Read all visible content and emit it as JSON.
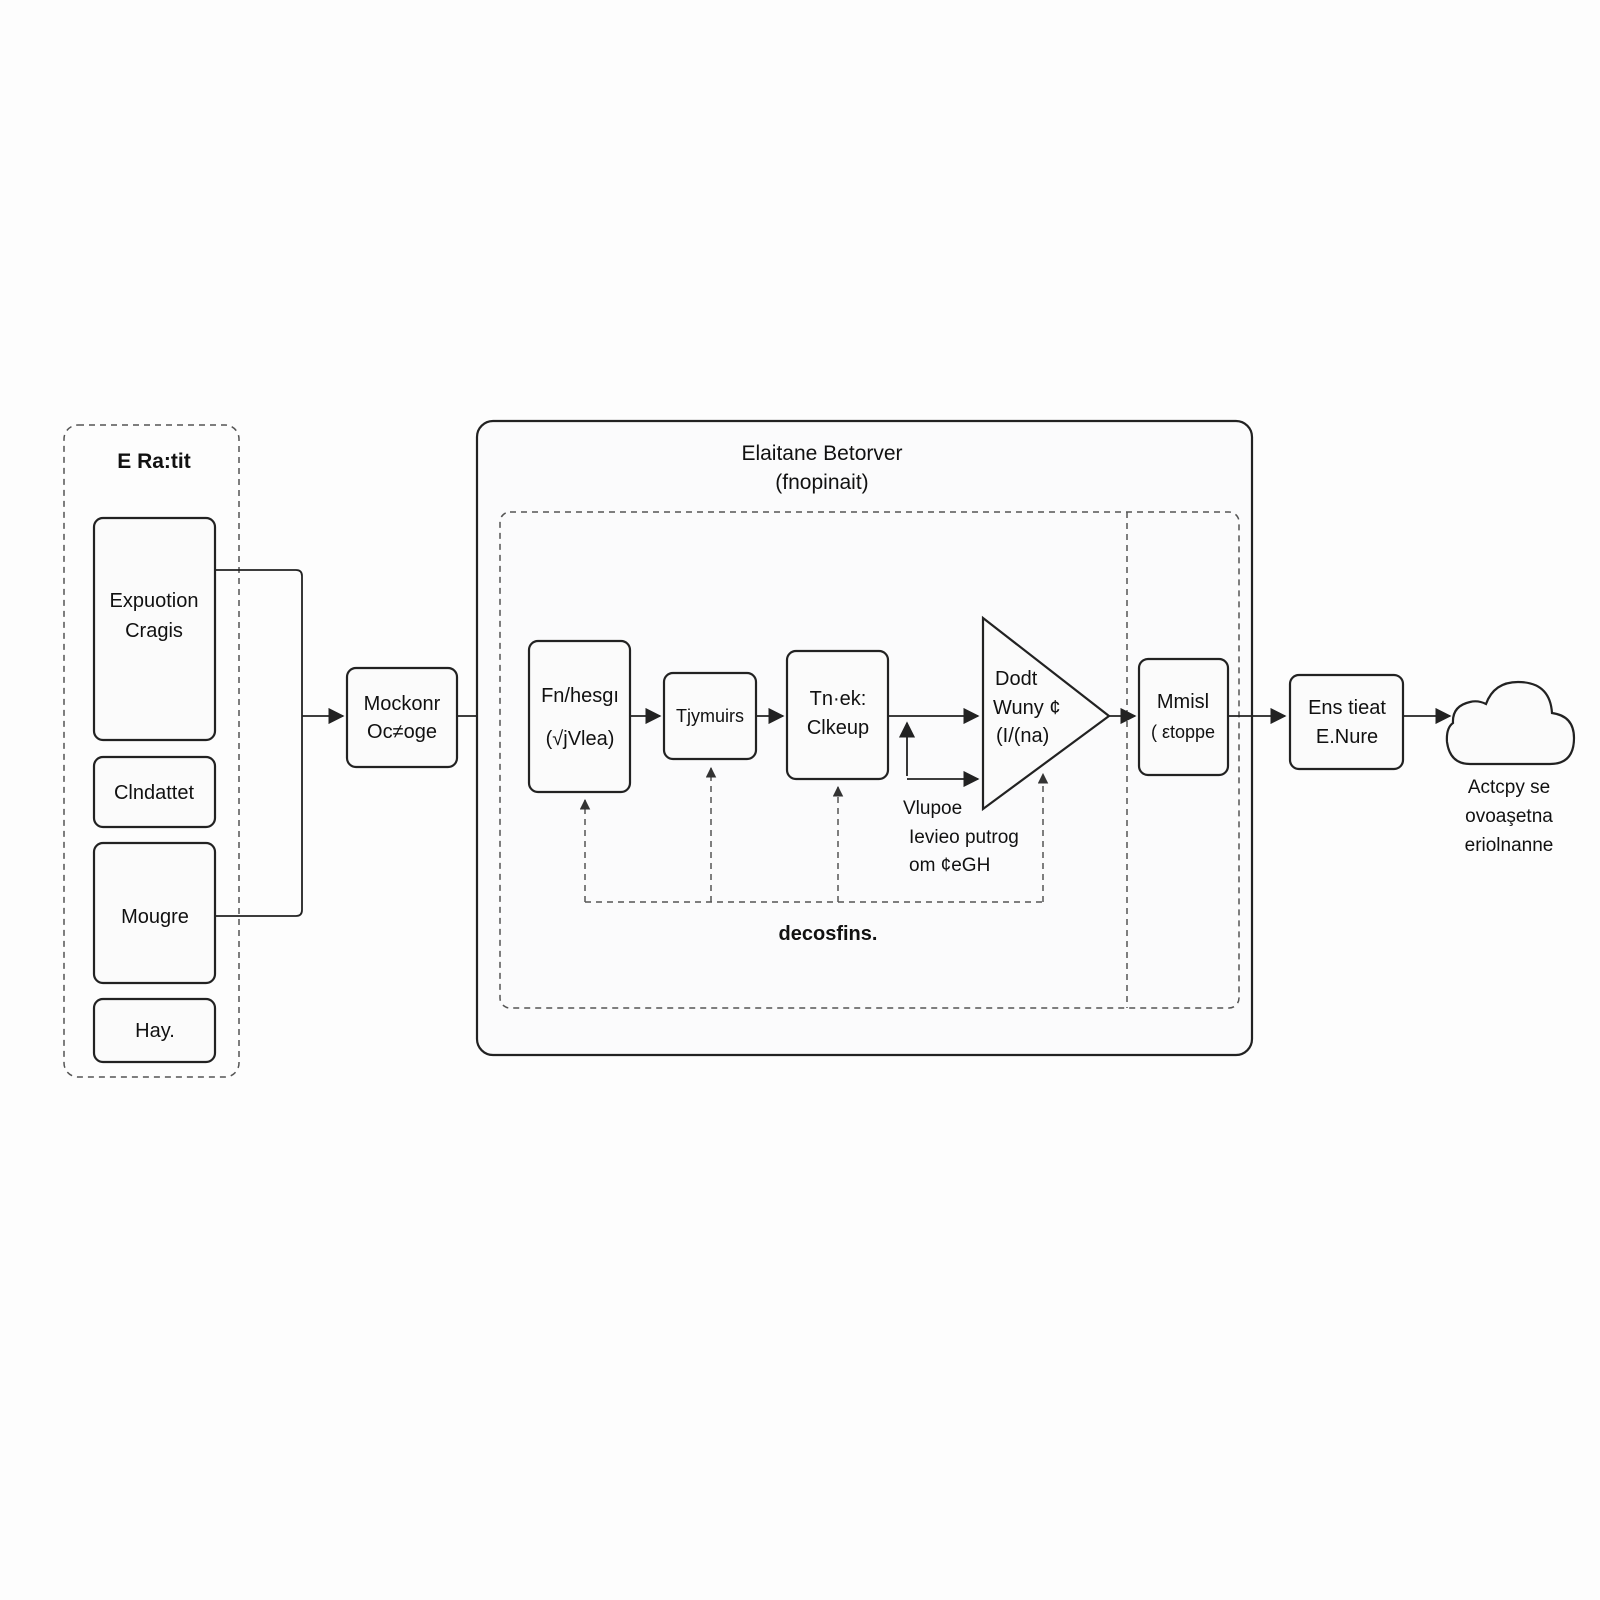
{
  "source_group": {
    "title": "E Ra:tit",
    "items": [
      "Expuotion Cragis",
      "Clndattet",
      "Mougre",
      "Hay."
    ]
  },
  "merge_node": {
    "line1": "Mockonr",
    "line2": "Oc≠oge"
  },
  "main_block": {
    "title_line1": "Elaitane Betorver",
    "title_line2": "(fnopinait)",
    "feedback_label": "decosfins.",
    "stages": {
      "s1": {
        "line1": "Fn/hesgı",
        "line2": "(√jVlea)"
      },
      "s2": {
        "line1": "Tjymuirs"
      },
      "s3": {
        "line1": "Tn·ek:",
        "line2": "Clkeup"
      },
      "amp": {
        "line1": "Dodt",
        "line2": "Wuny ¢",
        "line3": "(I/(na)"
      },
      "s5": {
        "line1": "Mmisl",
        "line2": "( εtoppe"
      }
    },
    "note": {
      "line1": "Vlupoe",
      "line2": "Ievieo putrog",
      "line3": "om ¢eGH"
    }
  },
  "output_node": {
    "line1": "Ens tieat",
    "line2": "E.Nure"
  },
  "cloud": {
    "line1": "Actcpy se",
    "line2": "ovoaşetna",
    "line3": "eriolnanne"
  },
  "colors": {
    "stroke": "#222222",
    "background": "#fdfdfd",
    "dashed": "#555555"
  }
}
